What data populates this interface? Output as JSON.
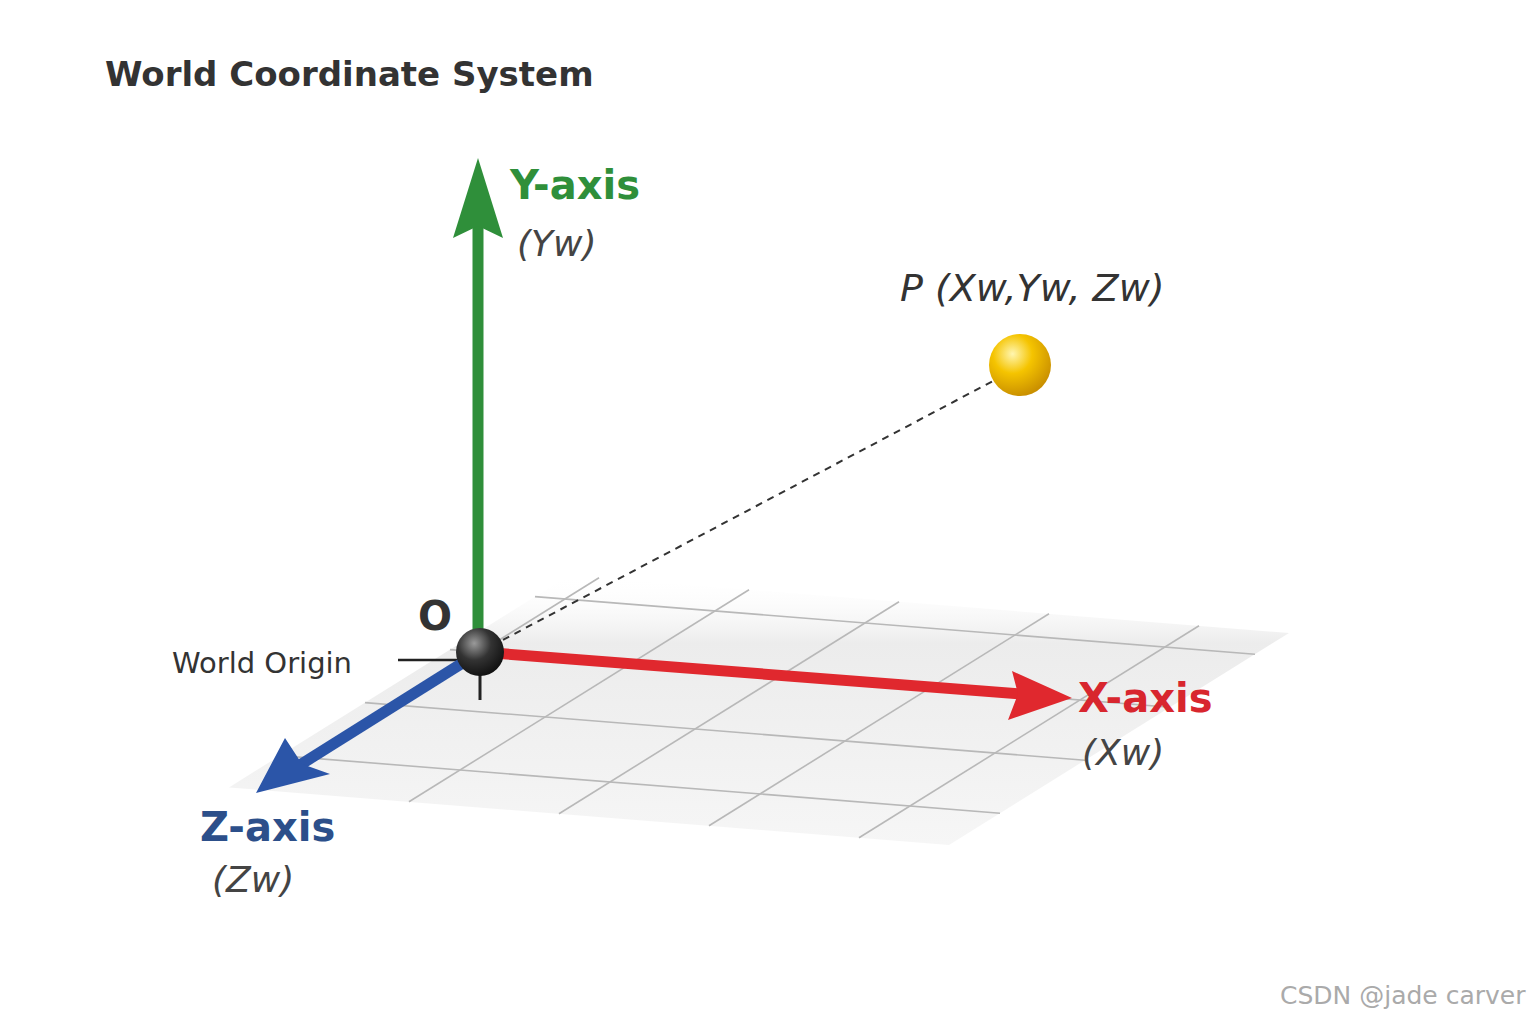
{
  "diagram": {
    "title": "World Coordinate System",
    "labels": [
      "Y-axis",
      "(Yw)",
      "P (Xw,Yw, Zw)",
      "O",
      "World Origin",
      "X-axis",
      "(Xw)",
      "Z-axis",
      "(Zw)",
      "CSDN @jade carver"
    ]
  }
}
